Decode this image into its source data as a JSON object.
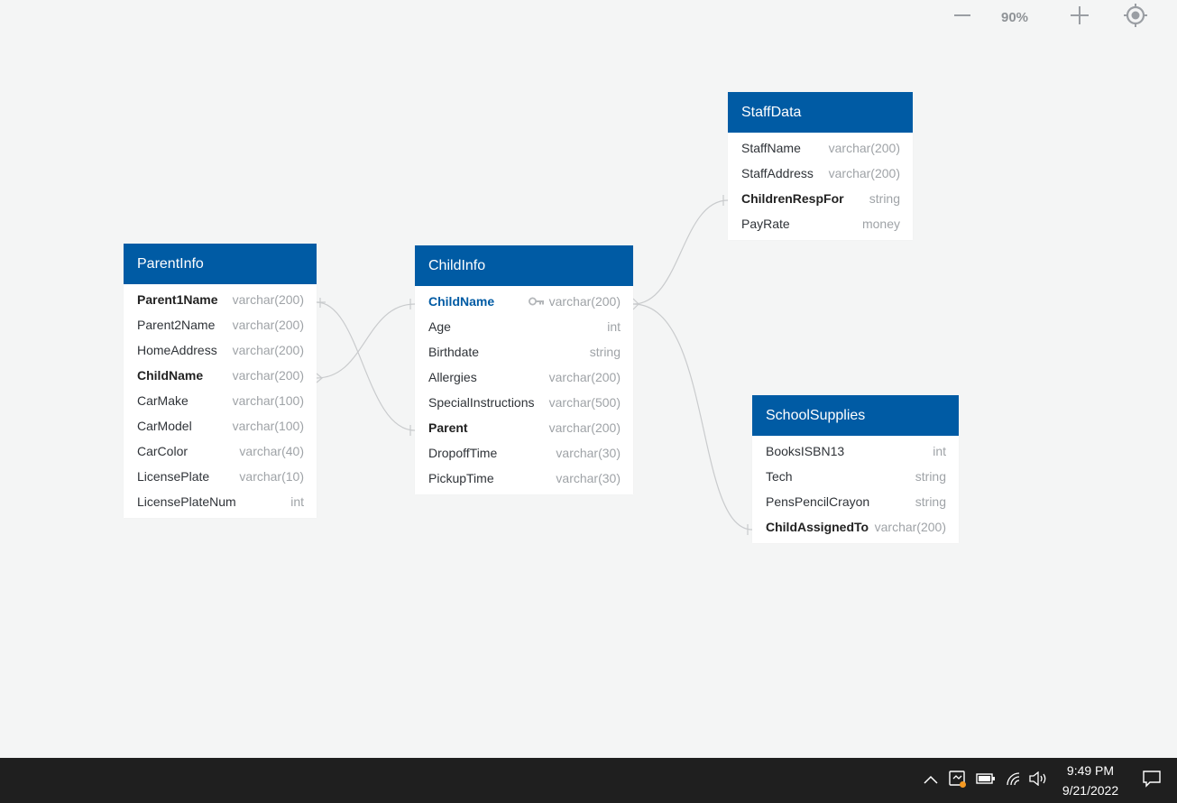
{
  "zoom": {
    "level": "90%"
  },
  "tables": {
    "staff": {
      "title": "StaffData",
      "rows": [
        {
          "name": "StaffName",
          "type": "varchar(200)"
        },
        {
          "name": "StaffAddress",
          "type": "varchar(200)"
        },
        {
          "name": "ChildrenRespFor",
          "type": "string",
          "is_key": true
        },
        {
          "name": "PayRate",
          "type": "money"
        }
      ]
    },
    "parent": {
      "title": "ParentInfo",
      "rows": [
        {
          "name": "Parent1Name",
          "type": "varchar(200)",
          "is_key": true
        },
        {
          "name": "Parent2Name",
          "type": "varchar(200)"
        },
        {
          "name": "HomeAddress",
          "type": "varchar(200)"
        },
        {
          "name": "ChildName",
          "type": "varchar(200)",
          "is_key": true
        },
        {
          "name": "CarMake",
          "type": "varchar(100)"
        },
        {
          "name": "CarModel",
          "type": "varchar(100)"
        },
        {
          "name": "CarColor",
          "type": "varchar(40)"
        },
        {
          "name": "LicensePlate",
          "type": "varchar(10)"
        },
        {
          "name": "LicensePlateNum",
          "type": "int"
        }
      ]
    },
    "child": {
      "title": "ChildInfo",
      "rows": [
        {
          "name": "ChildName",
          "type": "varchar(200)",
          "is_primary": true
        },
        {
          "name": "Age",
          "type": "int"
        },
        {
          "name": "Birthdate",
          "type": "string"
        },
        {
          "name": "Allergies",
          "type": "varchar(200)"
        },
        {
          "name": "SpecialInstructions",
          "type": "varchar(500)"
        },
        {
          "name": "Parent",
          "type": "varchar(200)",
          "is_key": true
        },
        {
          "name": "DropoffTime",
          "type": "varchar(30)"
        },
        {
          "name": "PickupTime",
          "type": "varchar(30)"
        }
      ]
    },
    "supplies": {
      "title": "SchoolSupplies",
      "rows": [
        {
          "name": "BooksISBN13",
          "type": "int"
        },
        {
          "name": "Tech",
          "type": "string"
        },
        {
          "name": "PensPencilCrayon",
          "type": "string"
        },
        {
          "name": "ChildAssignedTo",
          "type": "varchar(200)",
          "is_key": true
        }
      ]
    }
  },
  "taskbar": {
    "time": "9:49 PM",
    "date": "9/21/2022"
  },
  "icons": {
    "zoom_out": "minus-icon",
    "zoom_in": "plus-icon",
    "recenter": "target-icon",
    "primary_key": "key-icon"
  },
  "colors": {
    "header": "#005ba4",
    "canvas": "#f4f5f5",
    "taskbar": "#1f1f1f"
  }
}
